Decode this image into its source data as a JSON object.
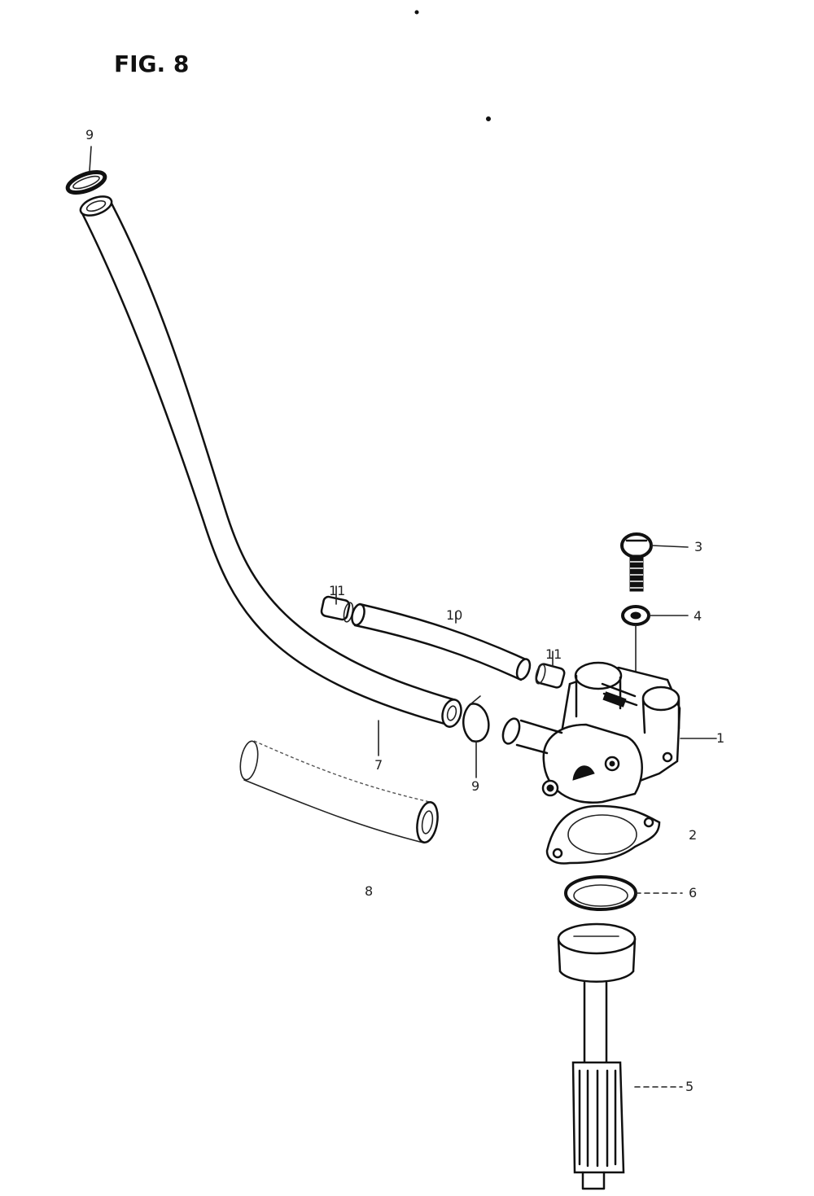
{
  "figure": {
    "title": "FIG. 8"
  },
  "callouts": {
    "c9_top": "9",
    "c3": "3",
    "c4": "4",
    "c11_left": "11",
    "c10": "10",
    "c11_right": "11",
    "c1": "1",
    "c7": "7",
    "c9_mid": "9",
    "c2": "2",
    "c8": "8",
    "c6": "6",
    "c5": "5"
  }
}
